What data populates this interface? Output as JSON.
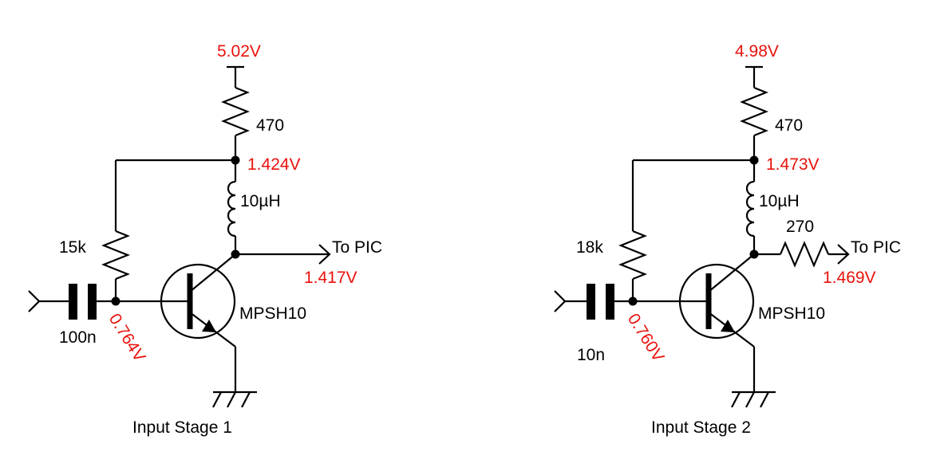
{
  "colors": {
    "wire": "#000000",
    "voltage": "#e8120c",
    "background": "#ffffff"
  },
  "stage1": {
    "title": "Input Stage 1",
    "supply_voltage": "5.02V",
    "collector_resistor": "470",
    "node_voltage": "1.424V",
    "inductor": "10µH",
    "bias_resistor": "15k",
    "output_label": "To PIC",
    "output_voltage": "1.417V",
    "input_capacitor": "100n",
    "base_voltage": "0.764V",
    "transistor": "MPSH10"
  },
  "stage2": {
    "title": "Input Stage 2",
    "supply_voltage": "4.98V",
    "collector_resistor": "470",
    "node_voltage": "1.473V",
    "inductor": "10µH",
    "bias_resistor": "18k",
    "series_resistor": "270",
    "output_label": "To PIC",
    "output_voltage": "1.469V",
    "input_capacitor": "10n",
    "base_voltage": "0.760V",
    "transistor": "MPSH10"
  }
}
